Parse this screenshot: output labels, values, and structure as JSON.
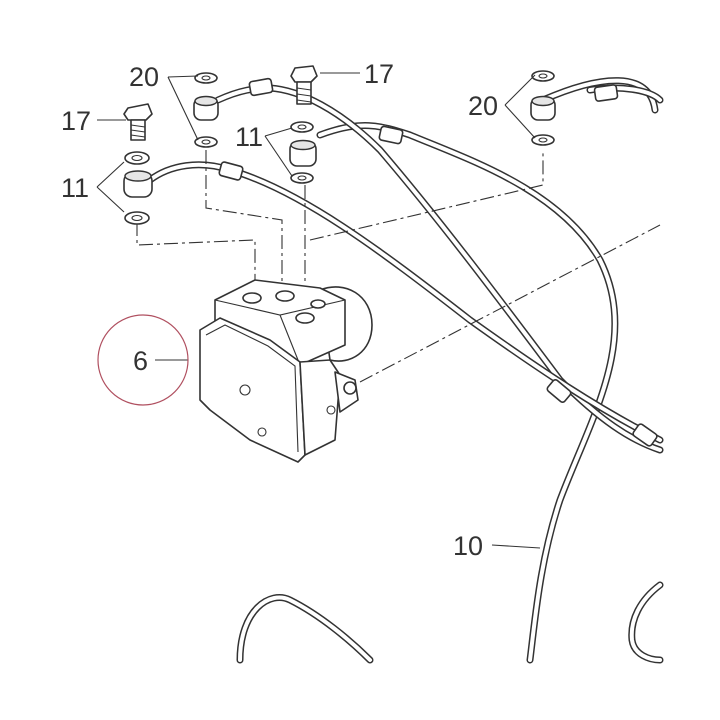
{
  "callouts": {
    "abs_unit": "6",
    "brake_line": "10",
    "union_left": "11",
    "union_mid": "11",
    "bolt_left": "17",
    "bolt_mid": "17",
    "washer_mid": "20",
    "washer_right": "20"
  },
  "colors": {
    "line": "#333333",
    "highlight_circle": "#b05060"
  }
}
